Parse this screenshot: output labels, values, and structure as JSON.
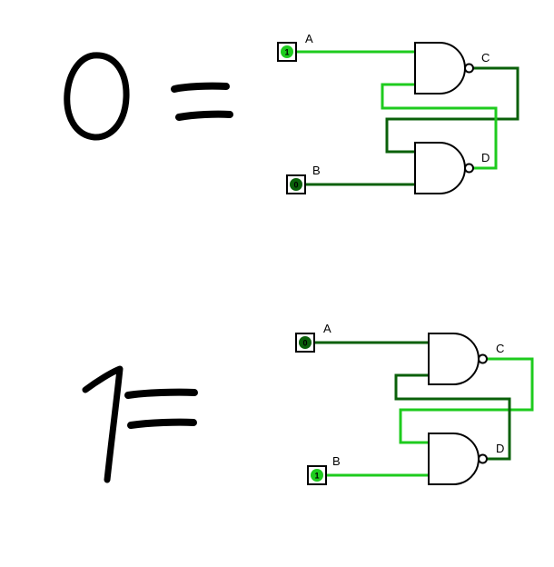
{
  "colors": {
    "on": "#1ecb1e",
    "off": "#0a600a",
    "ink": "#000000"
  },
  "annotations": {
    "top": {
      "symbol": "0",
      "operator": "="
    },
    "bottom": {
      "symbol": "1",
      "operator": "="
    }
  },
  "circuits": {
    "top": {
      "inputs": [
        {
          "label": "A",
          "value": "1",
          "state": "on"
        },
        {
          "label": "B",
          "value": "0",
          "state": "off"
        }
      ],
      "outputs": [
        {
          "label": "C",
          "state": "off"
        },
        {
          "label": "D",
          "state": "on"
        }
      ]
    },
    "bottom": {
      "inputs": [
        {
          "label": "A",
          "value": "0",
          "state": "off"
        },
        {
          "label": "B",
          "value": "1",
          "state": "on"
        }
      ],
      "outputs": [
        {
          "label": "C",
          "state": "on"
        },
        {
          "label": "D",
          "state": "off"
        }
      ]
    }
  }
}
